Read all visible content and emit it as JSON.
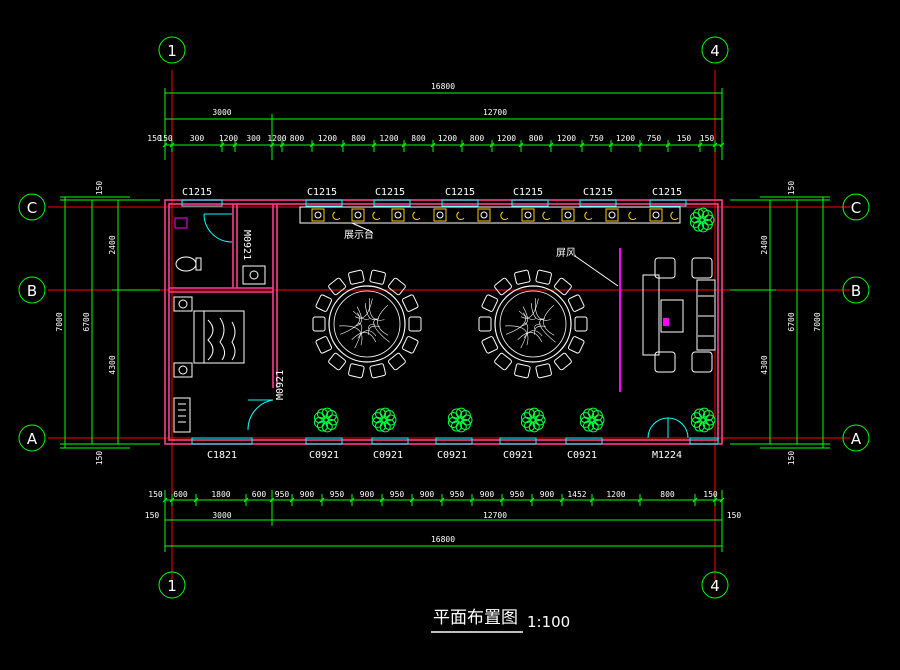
{
  "title": {
    "text": "平面布置图",
    "scale": "1:100"
  },
  "axes": {
    "h_left": "1",
    "h_right": "4",
    "v_top": "C",
    "v_mid": "B",
    "v_bottom": "A"
  },
  "top_dims": {
    "total": "16800",
    "span1": "3000",
    "span2": "12700",
    "row": [
      "150",
      "150",
      "300",
      "1200",
      "300",
      "1200",
      "800",
      "1200",
      "800",
      "1200",
      "800",
      "1200",
      "800",
      "1200",
      "800",
      "1200",
      "750",
      "1200",
      "750",
      "150",
      "150"
    ]
  },
  "bottom_dims": {
    "row": [
      "150",
      "600",
      "1800",
      "600",
      "950",
      "900",
      "950",
      "900",
      "950",
      "900",
      "950",
      "900",
      "950",
      "900",
      "1452",
      "1200",
      "800",
      "150"
    ],
    "span_left": "150",
    "span1": "3000",
    "span2": "12700",
    "span_right": "150",
    "total": "16800"
  },
  "left_dims": {
    "outer": "7000",
    "inner": "6700",
    "upper": "2400",
    "lower": "4300",
    "top_margin": "150",
    "bottom_margin": "150"
  },
  "right_dims": {
    "outer": "7000",
    "inner": "6700",
    "upper": "2400",
    "lower": "4300",
    "top_margin": "150",
    "bottom_margin": "150"
  },
  "windows_top": [
    "C1215",
    "C1215",
    "C1215",
    "C1215",
    "C1215",
    "C1215",
    "C1215"
  ],
  "windows_bottom": [
    "C1821",
    "C0921",
    "C0921",
    "C0921",
    "C0921",
    "C0921",
    "M1224"
  ],
  "doors": [
    "M0921",
    "M0921"
  ],
  "labels": {
    "display_stand": "展示台",
    "screen": "屏风"
  },
  "colors": {
    "background": "#000000",
    "wall": "#ff3c8c",
    "dim": "#00ff00",
    "axis_line": "#ff0000",
    "window": "#00ffff",
    "furniture": "#ffffff",
    "plant": "#00ff40",
    "screen": "#ff00ff"
  }
}
